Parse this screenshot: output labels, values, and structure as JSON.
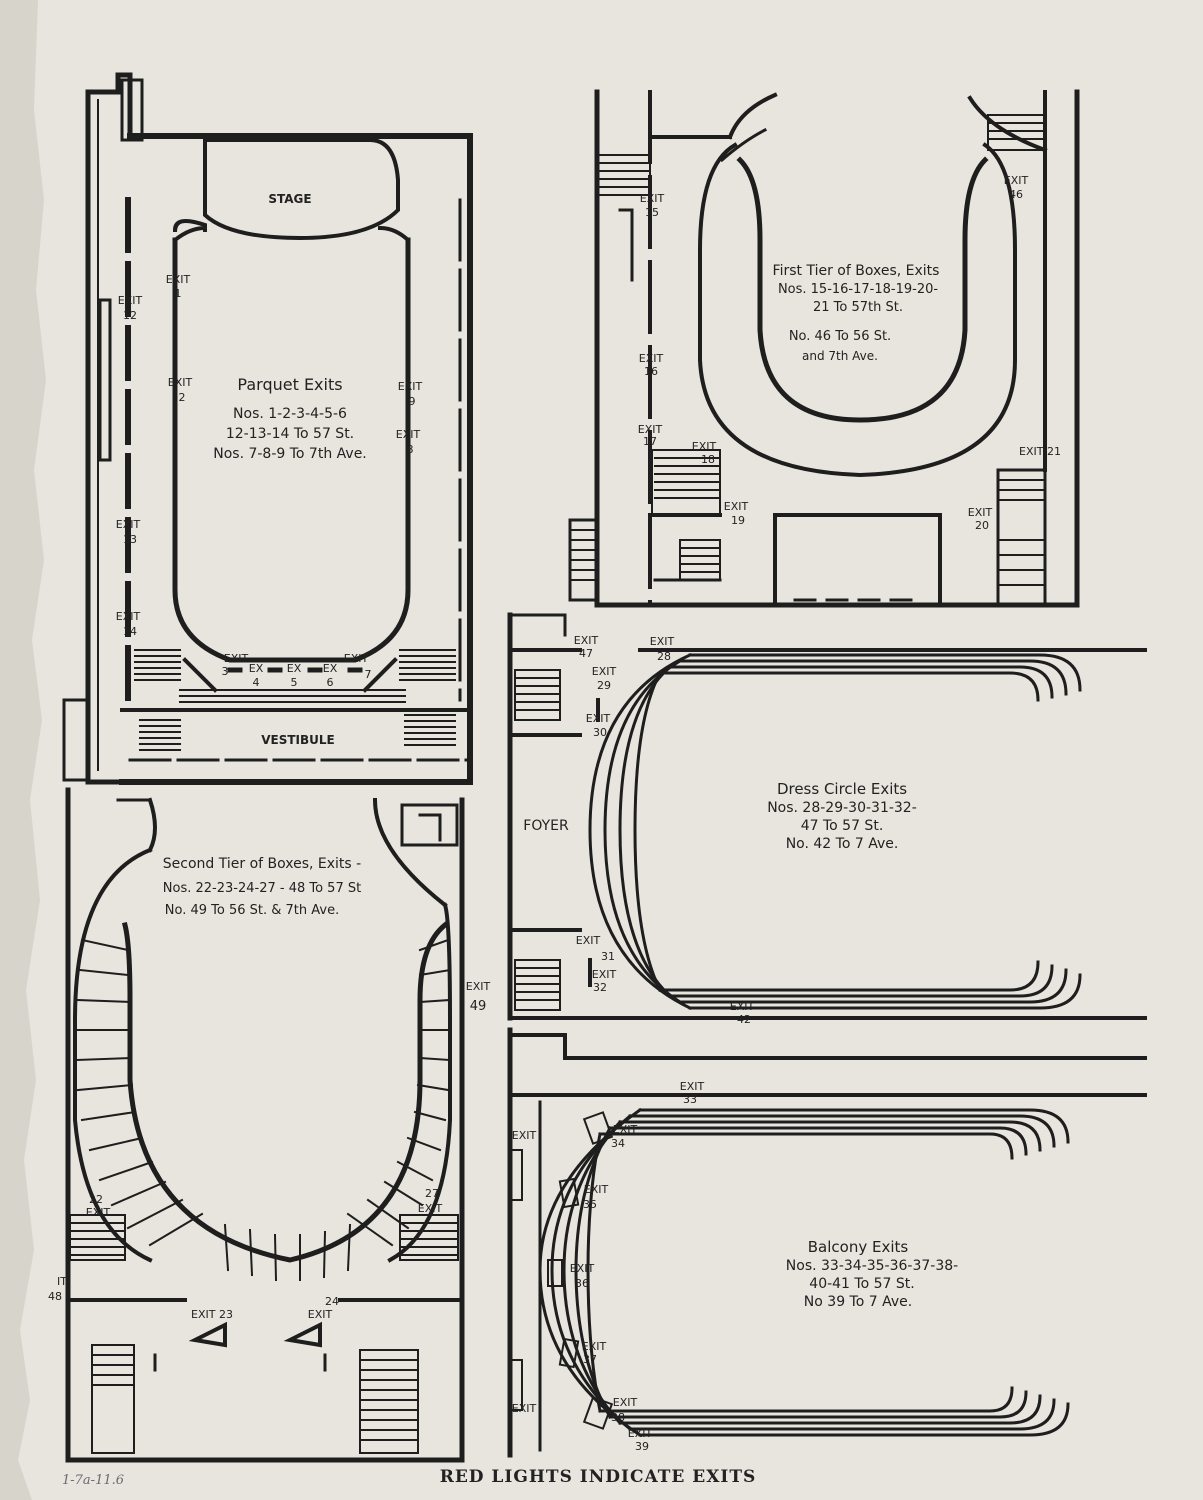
{
  "parquet": {
    "stage": "STAGE",
    "vestibule": "VESTIBULE",
    "title": "Parquet Exits",
    "line1": "Nos. 1-2-3-4-5-6",
    "line2": "12-13-14 To 57 St.",
    "line3": "Nos. 7-8-9 To 7th Ave.",
    "exits": [
      {
        "t": "EXIT",
        "n": "1"
      },
      {
        "t": "EXIT",
        "n": "2"
      },
      {
        "t": "EXIT",
        "n": "9"
      },
      {
        "t": "EXIT",
        "n": "8"
      },
      {
        "t": "EXIT",
        "n": "12"
      },
      {
        "t": "EXIT",
        "n": "13"
      },
      {
        "t": "EXIT",
        "n": "14"
      },
      {
        "t": "EXIT",
        "n": "3"
      },
      {
        "t": "EX",
        "n": "4"
      },
      {
        "t": "EX",
        "n": "5"
      },
      {
        "t": "EX",
        "n": "6"
      },
      {
        "t": "EXIT",
        "n": "7"
      }
    ]
  },
  "first_tier": {
    "title": "First Tier of Boxes, Exits",
    "line1": "Nos. 15-16-17-18-19-20-",
    "line2": "21 To 57th St.",
    "line3": "No. 46 To 56 St.",
    "line4": "and 7th Ave.",
    "exits": [
      {
        "t": "EXIT",
        "n": "15"
      },
      {
        "t": "EXIT",
        "n": "16"
      },
      {
        "t": "EXIT",
        "n": "17"
      },
      {
        "t": "EXIT",
        "n": "18"
      },
      {
        "t": "EXIT",
        "n": "19"
      },
      {
        "t": "EXIT",
        "n": "20"
      },
      {
        "t": "EXIT 21",
        "n": ""
      },
      {
        "t": "EXIT",
        "n": "46"
      }
    ]
  },
  "dress_circle": {
    "foyer": "FOYER",
    "title": "Dress Circle Exits",
    "line1": "Nos. 28-29-30-31-32-",
    "line2": "47 To 57 St.",
    "line3": "No. 42 To 7 Ave.",
    "exits": [
      {
        "t": "EXIT",
        "n": "47"
      },
      {
        "t": "EXIT",
        "n": "28"
      },
      {
        "t": "EXIT",
        "n": "29"
      },
      {
        "t": "EXIT",
        "n": "30"
      },
      {
        "t": "EXIT",
        "n": "31"
      },
      {
        "t": "EXIT",
        "n": "32"
      },
      {
        "t": "EXIT",
        "n": "42"
      }
    ]
  },
  "second_tier": {
    "title": "Second Tier of Boxes, Exits -",
    "line1": "Nos. 22-23-24-27 - 48 To 57 St",
    "line2": "No. 49 To 56 St. & 7th Ave.",
    "exits": [
      {
        "t": "EXIT",
        "n": "49"
      },
      {
        "t": "EXIT",
        "n": "22"
      },
      {
        "t": "EXIT",
        "n": "27"
      },
      {
        "t": "EXIT 23",
        "n": ""
      },
      {
        "t": "EXIT",
        "n": "24"
      },
      {
        "t": "IT",
        "n": "48"
      }
    ]
  },
  "balcony": {
    "title": "Balcony Exits",
    "line1": "Nos. 33-34-35-36-37-38-",
    "line2": "40-41 To 57 St.",
    "line3": "No 39 To 7 Ave.",
    "exits": [
      {
        "t": "EXIT",
        "n": "33"
      },
      {
        "t": "EXIT",
        "n": "34"
      },
      {
        "t": "EXIT",
        "n": "35"
      },
      {
        "t": "EXIT",
        "n": "36"
      },
      {
        "t": "EXIT",
        "n": "37"
      },
      {
        "t": "EXIT",
        "n": "38"
      },
      {
        "t": "EXIT",
        "n": "39"
      },
      {
        "t": "EXIT",
        "n": ""
      },
      {
        "t": "EXIT",
        "n": ""
      }
    ]
  },
  "footer": "RED LIGHTS INDICATE EXITS",
  "catalog_mark": "1-7a-11.6"
}
